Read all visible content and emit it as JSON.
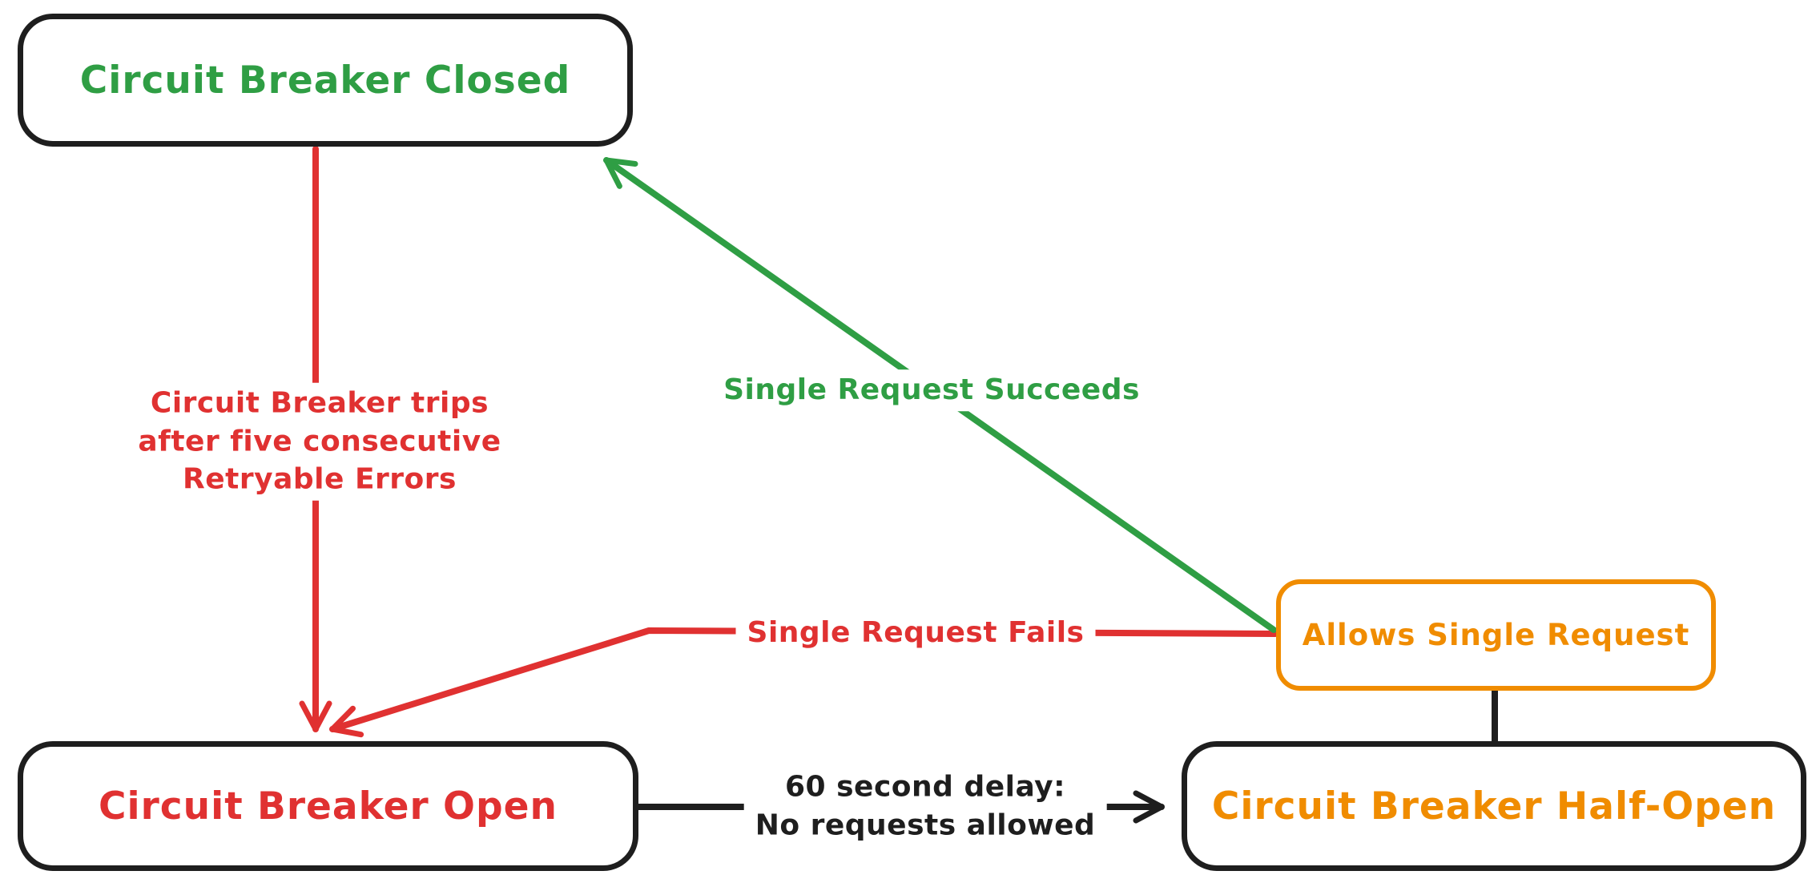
{
  "diagram": {
    "kind": "state-diagram",
    "subject": "circuit-breaker-states"
  },
  "colors": {
    "green": "#2f9e44",
    "red": "#e03131",
    "orange": "#f08c00",
    "ink": "#1e1e1e",
    "background": "#ffffff"
  },
  "nodes": {
    "closed": {
      "label": "Circuit Breaker Closed",
      "text_color": "green",
      "border_color": "ink"
    },
    "open": {
      "label": "Circuit Breaker Open",
      "text_color": "red",
      "border_color": "ink"
    },
    "half_open": {
      "label": "Circuit Breaker Half-Open",
      "text_color": "orange",
      "border_color": "ink"
    },
    "allows_single": {
      "label": "Allows Single Request",
      "text_color": "orange",
      "border_color": "orange"
    }
  },
  "edges": {
    "trip": {
      "from": "closed",
      "to": "open",
      "color": "red",
      "arrowhead": "end",
      "label_lines": [
        "Circuit Breaker trips",
        "after five consecutive",
        "Retryable Errors"
      ]
    },
    "succeeds": {
      "from": "allows_single",
      "to": "closed",
      "color": "green",
      "arrowhead": "end",
      "label": "Single Request Succeeds"
    },
    "fails": {
      "from": "allows_single",
      "to": "open",
      "color": "red",
      "arrowhead": "end",
      "label": "Single Request Fails"
    },
    "delay": {
      "from": "open",
      "to": "half_open",
      "color": "ink",
      "arrowhead": "end",
      "label_lines": [
        "60 second delay:",
        "No requests allowed"
      ]
    },
    "connector": {
      "from": "allows_single",
      "to": "half_open",
      "color": "ink",
      "arrowhead": "none",
      "label": ""
    }
  }
}
